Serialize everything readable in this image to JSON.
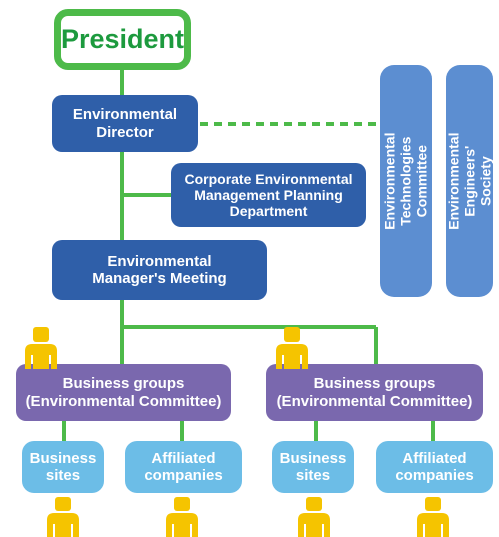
{
  "diagram": {
    "president": "President",
    "environmental_director": "Environmental\nDirector",
    "corporate_department": "Corporate Environmental\nManagement Planning\nDepartment",
    "managers_meeting": "Environmental\nManager's Meeting",
    "committees": [
      {
        "label": "Environmental Technologies\nCommittee"
      },
      {
        "label": "Environmental Engineers'\nSociety"
      }
    ],
    "business_groups": [
      {
        "label": "Business groups\n(Environmental Committee)",
        "children": [
          {
            "label": "Business\nsites"
          },
          {
            "label": "Affiliated\ncompanies"
          }
        ]
      },
      {
        "label": "Business groups\n(Environmental Committee)",
        "children": [
          {
            "label": "Business\nsites"
          },
          {
            "label": "Affiliated\ncompanies"
          }
        ]
      }
    ],
    "person_icon": "person-icon",
    "colors": {
      "line": "#4dba49",
      "president_border": "#4dba49",
      "president_text": "#1d9a3e",
      "dark_blue": "#2f5fa9",
      "committee_blue": "#5c8ed1",
      "purple": "#7a68ae",
      "light_blue": "#6cbde7",
      "person": "#f5c400"
    }
  }
}
